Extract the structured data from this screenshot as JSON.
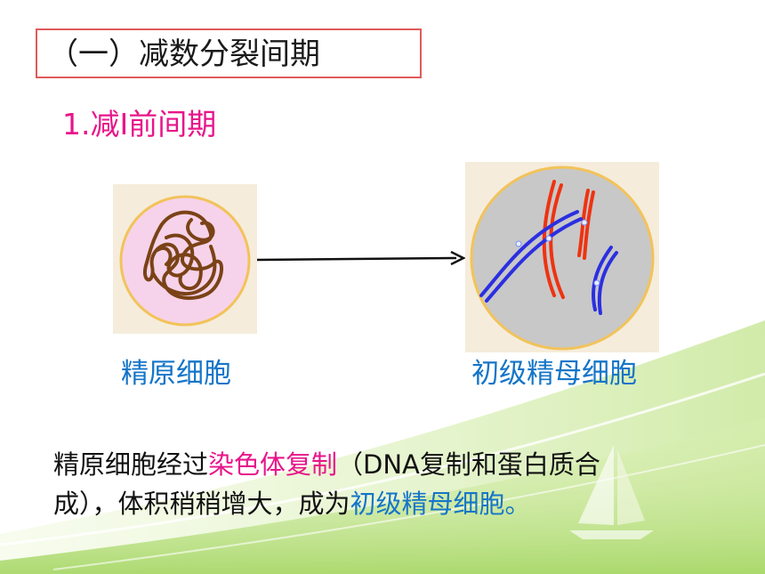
{
  "title": "（一）减数分裂间期",
  "subtitle": "1.减Ⅰ前间期",
  "cells": {
    "left_label": "精原细胞",
    "right_label": "初级精母细胞"
  },
  "description": {
    "part1": "精原细胞经过",
    "part2_highlight": "染色体复制",
    "part3": "（DNA复制和蛋白质合成），体积稍稍增大，成为",
    "part4_highlight": "初级精母细胞",
    "part5": "。"
  },
  "colors": {
    "title_border": "#e05a5a",
    "pink_text": "#e8158a",
    "blue_text": "#1575c8",
    "left_cell_fill": "#f6d3ea",
    "left_cell_border": "#f2c35a",
    "chromatin": "#7a4216",
    "right_cell_fill": "#c8c8c8",
    "right_cell_border": "#f2c35a",
    "red_chromosome": "#ee3311",
    "blue_chromosome": "#2b2fe0"
  }
}
